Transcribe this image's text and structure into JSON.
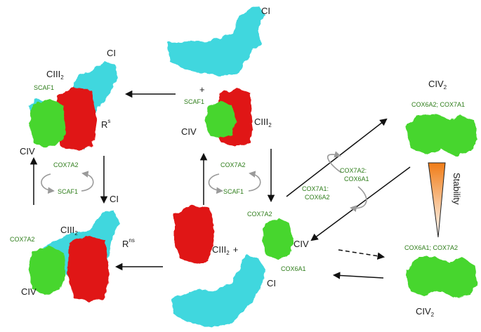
{
  "colors": {
    "complex_i": "#3fd7de",
    "complex_iii": "#e01616",
    "complex_iv": "#46d62e",
    "factor_text": "#2e7d1a",
    "cycle_arrow": "#9a9a9a",
    "stability_gradient_top": "#f07c17"
  },
  "labels": {
    "ci": "CI",
    "ciii2": "CIII",
    "civ": "CIV",
    "civ2": "CIV",
    "sub2": "2",
    "rs": "R",
    "rs_sup": "s",
    "rns": "R",
    "rns_sup": "ns",
    "plus": "+",
    "stability": "Stability"
  },
  "factors": {
    "scaf1": "SCAF1",
    "cox7a2": "COX7A2",
    "cox7a2_cox6a1_l1": "COX7A2:",
    "cox7a2_cox6a1_l2": "COX6A1",
    "cox7a1_cox6a2_l1": "COX7A1:",
    "cox7a1_cox6a2_l2": "COX6A2",
    "cox6a1": "COX6A1",
    "cox6a2_cox7a1": "COX6A2; COX7A1",
    "cox6a1_cox7a2": "COX6A1; COX7A2"
  }
}
